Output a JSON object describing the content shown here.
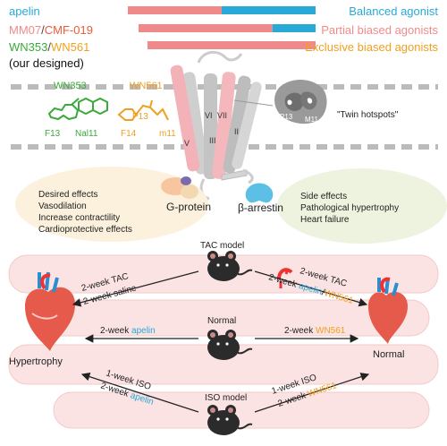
{
  "colors": {
    "blue": "#29a9d6",
    "pink": "#f08a8a",
    "orange": "#f0a020",
    "green": "#3aaa3a",
    "coral": "#ef5a38",
    "beige": "#fbf1dc",
    "muscle": "#fbe3e3"
  },
  "legend": {
    "apelin": "apelin",
    "mm07": "MM07",
    "slash1": "/",
    "cmf019": "CMF-019",
    "wn353": "WN353",
    "slash2": "/",
    "wn561": "WN561",
    "designed_note": "(our designed)",
    "balanced": "Balanced agonist",
    "partial": "Partial biased agonists",
    "exclusive": "Exclusive biased agonists"
  },
  "bars": [
    {
      "pink_fraction": 0.5,
      "blue_fraction": 0.5
    },
    {
      "pink_fraction": 0.77,
      "blue_fraction": 0.23
    },
    {
      "pink_fraction": 1.0,
      "blue_fraction": 0.0
    }
  ],
  "membrane": {
    "wn353_label": "WN353",
    "wn561_label": "WN561",
    "res_f13": "F13",
    "res_nal11": "Nal11",
    "res_f14": "F14",
    "res_p13": "P13",
    "res_m11": "m11",
    "helix_vi": "VI",
    "helix_vii": "VII",
    "helix_v": "V",
    "helix_iii": "III",
    "helix_ii": "II",
    "hotspot_p13": "P13",
    "hotspot_m11": "M11",
    "twin_hotspots": "\"Twin hotspots\""
  },
  "pathways": {
    "gprotein": "G-protein",
    "barrestin": "β-arrestin",
    "desired": [
      "Desired effects",
      "Vasodilation",
      "Increase contractility",
      "Cardioprotective effects"
    ],
    "side": [
      "Side effects",
      "Pathological hypertrophy",
      "Heart failure"
    ]
  },
  "models": {
    "tac": "TAC model",
    "normal": "Normal",
    "iso": "ISO model",
    "hypertrophy": "Hypertrophy",
    "normal_heart": "Normal"
  },
  "arrows": {
    "tac_left_1": "2-week TAC",
    "tac_left_2": "2-week saline",
    "tac_right_1": "2-week TAC",
    "tac_right_2a": "2-week ",
    "tac_right_2b": "apelin",
    "tac_right_2c": "/",
    "tac_right_2d": "WN561",
    "normal_left_a": "2-week ",
    "normal_left_b": "apelin",
    "normal_right_a": "2-week ",
    "normal_right_b": "WN561",
    "iso_left_1": "1-week ISO",
    "iso_left_2a": "2-week ",
    "iso_left_2b": "apelin",
    "iso_right_1": "1-week ISO",
    "iso_right_2a": "2-week ",
    "iso_right_2b": "WN561"
  }
}
